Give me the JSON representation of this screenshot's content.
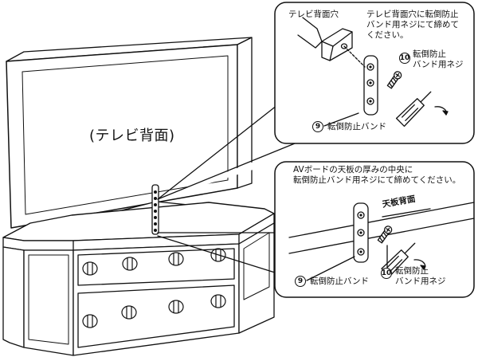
{
  "tv_back_label": "(テレビ背面)",
  "callout_top": {
    "hole_label": "テレビ背面穴",
    "instruction": [
      "テレビ背面穴に転倒防止",
      "バンド用ネジにて締めて",
      "ください。"
    ],
    "screw_number": "10",
    "screw_label": [
      "転倒防止",
      "バンド用ネジ"
    ],
    "band_number": "9",
    "band_label": "転倒防止バンド"
  },
  "callout_bottom": {
    "instruction": [
      "AVボードの天板の厚みの中央に",
      "転倒防止バンド用ネジにて締めてください。"
    ],
    "panel_label": "天板背面",
    "band_number": "9",
    "band_label": "転倒防止バンド",
    "screw_number": "10",
    "screw_label": [
      "転倒防止",
      "バンド用ネジ"
    ]
  }
}
